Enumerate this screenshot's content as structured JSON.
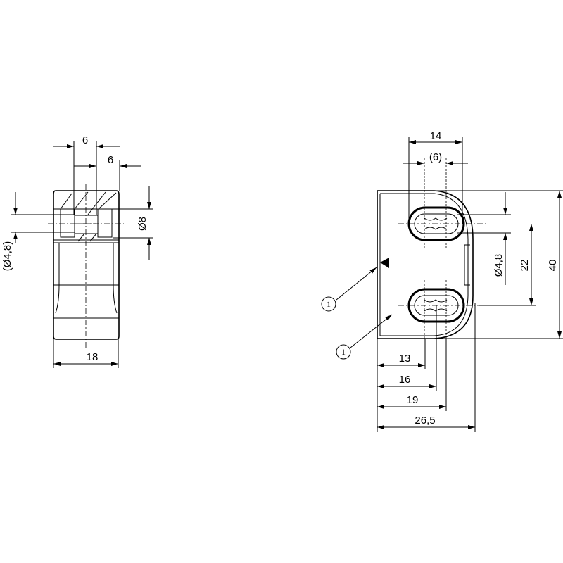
{
  "side_view": {
    "dim_top_1": "6",
    "dim_top_2": "6",
    "dim_hole_dia": "Ø8",
    "dim_bore_dia": "(Ø4,8)",
    "dim_width": "18"
  },
  "front_view": {
    "dim_slot_span": "14",
    "dim_slot_length": "(6)",
    "dim_slot_dia": "Ø4,8",
    "dim_slot_pitch": "22",
    "dim_height": "40",
    "dim_13": "13",
    "dim_16": "16",
    "dim_19": "19",
    "dim_26_5": "26,5",
    "callout_1": "1",
    "callout_2": "1"
  }
}
